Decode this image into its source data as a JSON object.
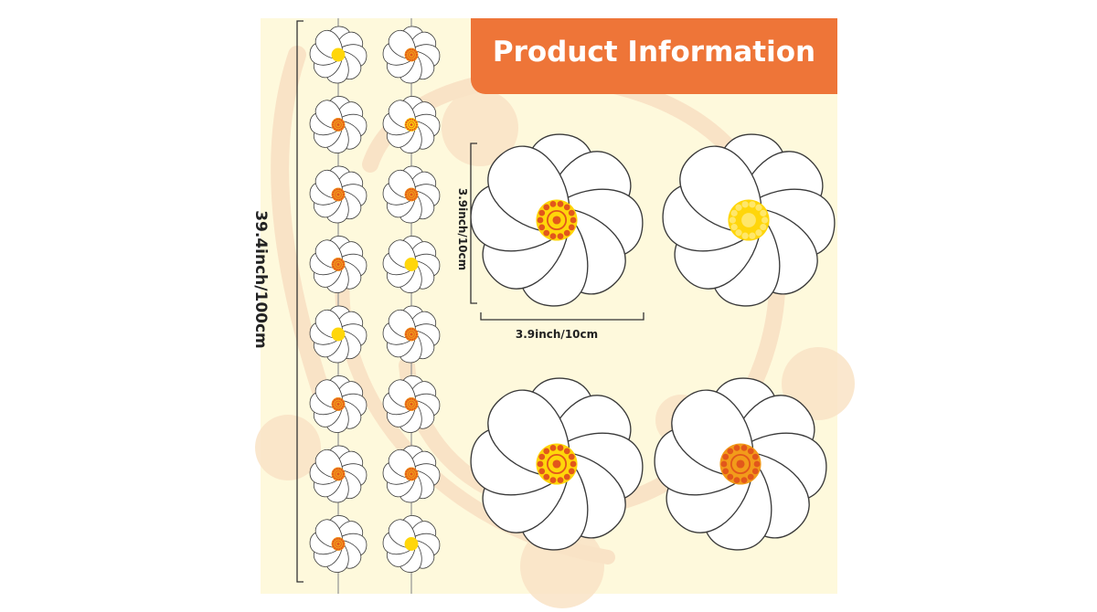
{
  "banner": {
    "title": "Product Information"
  },
  "dimensions": {
    "garland_length": "39.4inch/100cm",
    "flower_height": "3.9inch/10cm",
    "flower_width": "3.9inch/10cm"
  },
  "colors": {
    "background": "#fef9dc",
    "swirl": "#f9e3c6",
    "banner": "#ee7538",
    "banner_text": "#ffffff",
    "petal": "#ffffff",
    "petal_outline": "#3a3a3a",
    "center_yellow": "#ffd60a",
    "center_orange": "#f29b1a",
    "center_dot": "#e2571b",
    "dimension_line": "#333333",
    "string": "#9a9a9a"
  },
  "garland": {
    "strand_count": 2,
    "flowers_per_strand": 8
  }
}
